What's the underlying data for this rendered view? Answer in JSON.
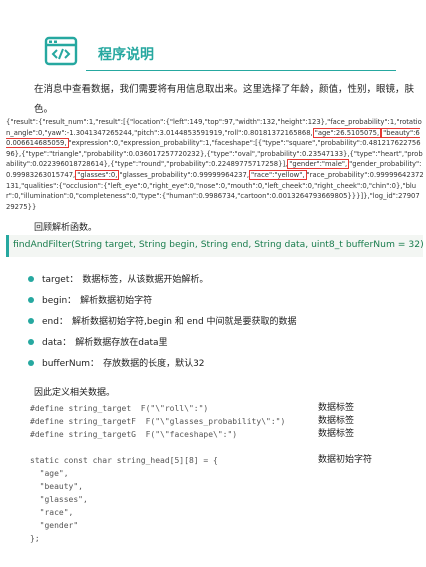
{
  "header": {
    "title": "程序说明",
    "icon": "code-window-icon"
  },
  "intro": "在消息中查看数据，我们需要将有用信息取出来。这里选择了年龄，颜值，性别，眼镜，肤色。",
  "json_text": {
    "part1": "{\"result\":{\"result_num\":1,\"result\":[{\"location\":{\"left\":149,\"top\":97,\"width\":132,\"height\":123},\"face_probability\":1,\"rotation_angle\":0,\"yaw\":-1.3041347265244,\"pitch\":3.0144853591919,\"roll\":0.80181372165868,",
    "hl_age": "\"age\":26.5105075,",
    "hl_beauty": "\"beauty\":60.006614685059,",
    "part2": "\"expression\":0,\"expression_probability\":1,\"faceshape\":[{\"type\":\"square\",\"probability\":0.48121762275696},{\"type\":\"triangle\",\"probability\":0.036017257720232},{\"type\":\"oval\",\"probability\":0.23547133},{\"type\":\"heart\",\"probability\":0.022396018728614},{\"type\":\"round\",\"probability\":0.22489775717258}],",
    "hl_gender": "\"gender\":\"male\",",
    "part3": "\"gender_probability\":0.99983263015747,",
    "hl_glasses": "\"glasses\":0,",
    "part4": "\"glasses_probability\":0.99999964237,",
    "hl_race": "\"race\":\"yellow\",",
    "part5": "\"race_probability\":0.99999642372131,\"qualities\":{\"occlusion\":{\"left_eye\":0,\"right_eye\":0,\"nose\":0,\"mouth\":0,\"left_cheek\":0,\"right_cheek\":0,\"chin\":0},\"blur\":0,\"illumination\":0,\"completeness\":0,\"type\":{\"human\":0.9986734,\"cartoon\":0.0013264793669805}}}]},\"log_id\":2790729275}}"
  },
  "review_label": "回顾解析函数。",
  "signature": "findAndFilter(String target, String begin, String end, String data, uint8_t bufferNum = 32)",
  "params": [
    {
      "name": "target：",
      "desc": "数据标签，从该数据开始解析。"
    },
    {
      "name": "begin：",
      "desc": "解析数据初始字符"
    },
    {
      "name": "end：",
      "desc": "解析数据初始字符,begin 和 end 中间就是要获取的数据"
    },
    {
      "name": "data：",
      "desc": "解析数据存放在data里"
    },
    {
      "name": "bufferNum：",
      "desc": "存放数据的长度，默认32"
    }
  ],
  "define_note": "因此定义相关数据。",
  "code": {
    "line1": "#define string_target  F(\"\\\"roll\\\":\")",
    "line2": "#define string_targetF  F(\"\\\"glasses_probability\\\":\")",
    "line3": "#define string_targetG  F(\"\\\"faceshape\\\":\")",
    "line4": "",
    "line5": "static const char string_head[5][8] = {",
    "line6": "  \"age\",",
    "line7": "  \"beauty\",",
    "line8": "  \"glasses\",",
    "line9": "  \"race\",",
    "line10": "  \"gender\"",
    "line11": "};"
  },
  "comments": {
    "c1": "数据标签",
    "c2": "数据标签",
    "c3": "数据标签",
    "c4": "数据初始字符"
  }
}
